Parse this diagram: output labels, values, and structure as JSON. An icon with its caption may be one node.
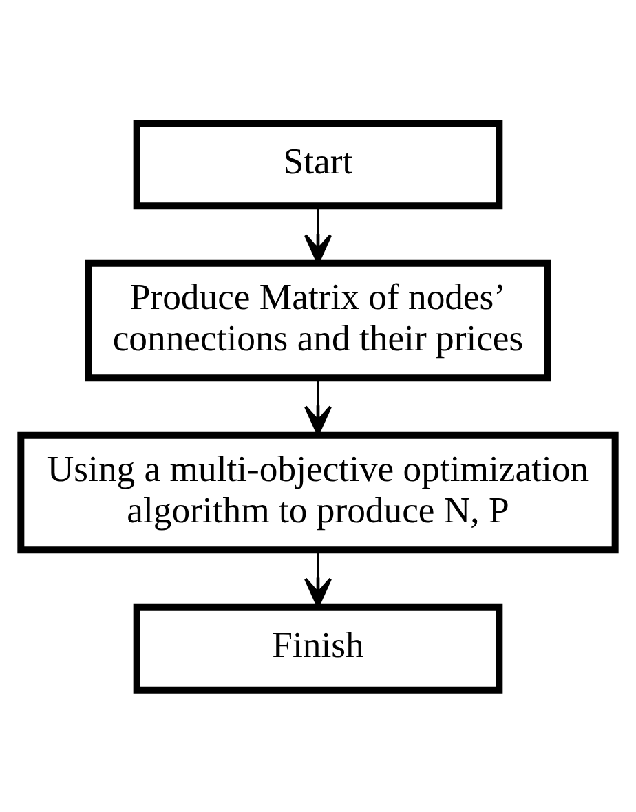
{
  "diagram": {
    "nodes": [
      {
        "text": [
          "Start"
        ]
      },
      {
        "text": [
          "Produce Matrix of nodes’ connections and their prices"
        ]
      },
      {
        "text": [
          "Using a multi-objective optimization algorithm to produce N, P"
        ]
      },
      {
        "text": [
          "Finish"
        ]
      }
    ],
    "edges": [
      {
        "from": 0,
        "to": 1,
        "arrow": "to"
      },
      {
        "from": 1,
        "to": 2,
        "arrow": "to"
      },
      {
        "from": 2,
        "to": 3,
        "arrow": "to"
      }
    ]
  }
}
